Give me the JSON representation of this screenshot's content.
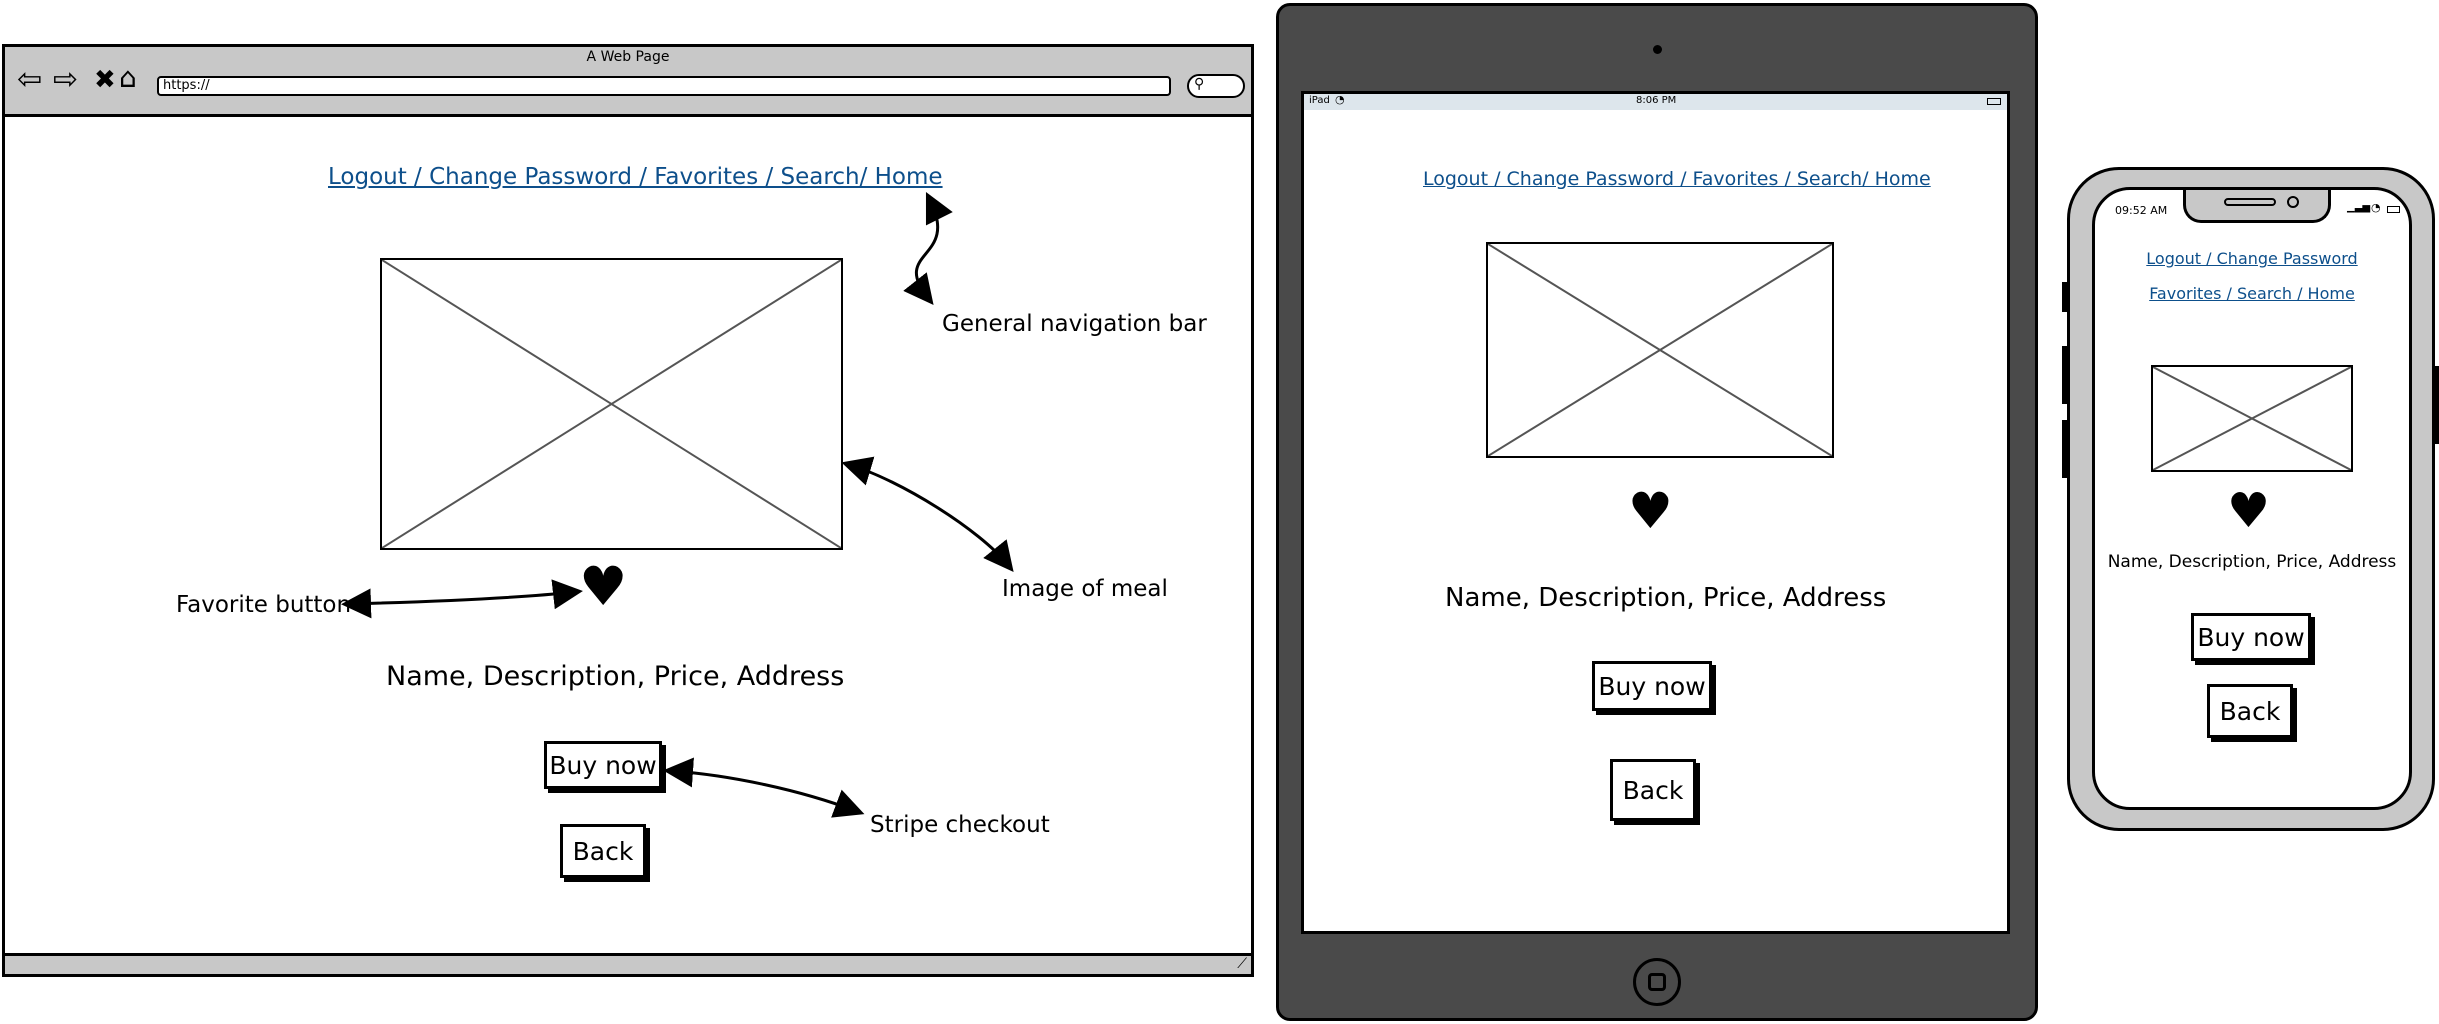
{
  "browser": {
    "title": "A Web Page",
    "url": "https://",
    "nav": "Logout / Change Password / Favorites / Search/ Home",
    "product": "Name, Description, Price, Address",
    "buy_label": "Buy now",
    "back_label": "Back",
    "annotations": {
      "nav": "General navigation bar",
      "image": "Image of meal",
      "favorite": "Favorite button",
      "checkout": "Stripe checkout"
    }
  },
  "tablet": {
    "status_left": "iPad",
    "status_time": "8:06 PM",
    "nav": "Logout / Change Password / Favorites / Search/ Home",
    "product": "Name, Description, Price, Address",
    "buy_label": "Buy now",
    "back_label": "Back"
  },
  "phone": {
    "status_time": "09:52 AM",
    "nav_line1": "Logout / Change Password",
    "nav_line2": "Favorites / Search / Home",
    "product": "Name, Description, Price, Address",
    "buy_label": "Buy now",
    "back_label": "Back"
  },
  "colors": {
    "link": "#0d4f8b",
    "chrome": "#c8c8c8",
    "tablet_body": "#4a4a4a",
    "phone_body": "#c8c8c8"
  }
}
